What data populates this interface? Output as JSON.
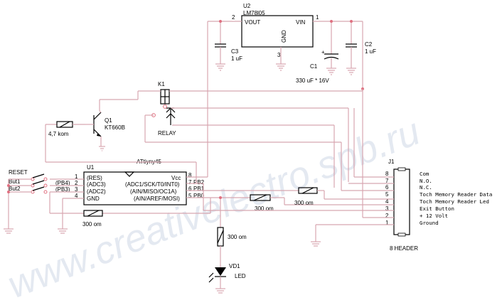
{
  "watermark": "www.creativelectro.spb.ru",
  "regulator": {
    "ref": "U2",
    "part": "LM78l05",
    "vout": "VOUT",
    "vin": "VIN",
    "gnd": "GND",
    "pin_vout": "2",
    "pin_vin": "1",
    "pin_gnd": "3"
  },
  "c3": {
    "ref": "C3",
    "value": "1 uF"
  },
  "c2": {
    "ref": "C2",
    "value": "1 uF"
  },
  "c1": {
    "ref": "C1",
    "value": "330 uF * 16V"
  },
  "relay": {
    "ref": "K1",
    "label": "RELAY"
  },
  "transistor": {
    "ref": "Q1",
    "part": "KT660B"
  },
  "r_base": {
    "value": "4,7 kom"
  },
  "mcu": {
    "ref": "U1",
    "part": "ATtiyny45",
    "left_pins": [
      {
        "num": "1",
        "name": "(RES)"
      },
      {
        "num": "2",
        "name": "(ADC3)",
        "net": "(PB4)"
      },
      {
        "num": "3",
        "name": "(ADC2)",
        "net": "(PB3)"
      },
      {
        "num": "4",
        "name": "GND"
      }
    ],
    "right_pins": [
      {
        "num": "8",
        "name": "Vcc",
        "net": ""
      },
      {
        "num": "7",
        "name": "(ADC1/SCK/T0/INT0)",
        "net": "PB2"
      },
      {
        "num": "6",
        "name": "(AIN/MISO/OC1A)",
        "net": "PB1"
      },
      {
        "num": "5",
        "name": "(AIN/AREF/MOSI)",
        "net": "PB0"
      }
    ]
  },
  "switches": [
    "RESET",
    "But1",
    "But2"
  ],
  "resistors": {
    "r_gnd": "300 om",
    "r_pb1": "300 om",
    "r_pb0": "300 om",
    "r_led": "300 om"
  },
  "led": {
    "ref": "VD1",
    "label": "LED"
  },
  "header": {
    "ref": "J1",
    "part": "8 HEADER",
    "pins": [
      {
        "num": "8",
        "label": "Com"
      },
      {
        "num": "7",
        "label": "N.O."
      },
      {
        "num": "6",
        "label": "N.C."
      },
      {
        "num": "5",
        "label": "Toch Memory Reader Data"
      },
      {
        "num": "4",
        "label": "Toch Memory Reader Led"
      },
      {
        "num": "3",
        "label": "Exit Button"
      },
      {
        "num": "2",
        "label": "+ 12 Volt"
      },
      {
        "num": "1",
        "label": "Ground"
      }
    ]
  }
}
